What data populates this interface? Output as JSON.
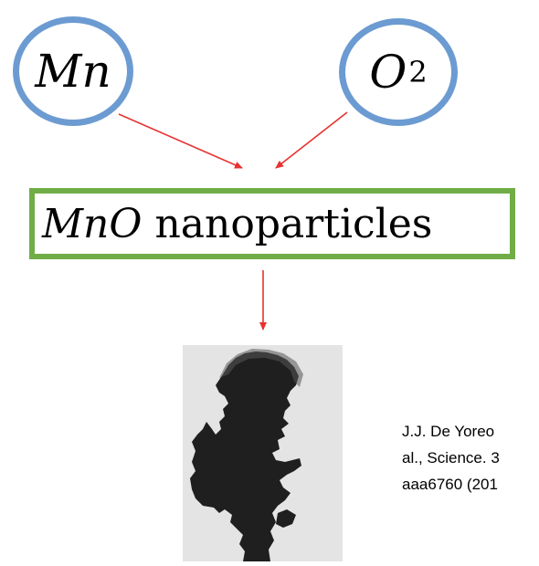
{
  "diagram": {
    "reactants": [
      {
        "formula": "Mn"
      },
      {
        "formula": "O",
        "subscript": "2"
      }
    ],
    "product": {
      "formula": "MnO",
      "label": "nanoparticles"
    },
    "citation_lines": [
      "J.J. De Yoreo",
      "al., Science. 3",
      "aaa6760 (201"
    ],
    "colors": {
      "reactant_border": "#6c9bd2",
      "product_border": "#70ad47",
      "arrow": "#e8312f",
      "particle": "#1f1f1f",
      "micrograph_background": "#e4e4e4"
    }
  }
}
